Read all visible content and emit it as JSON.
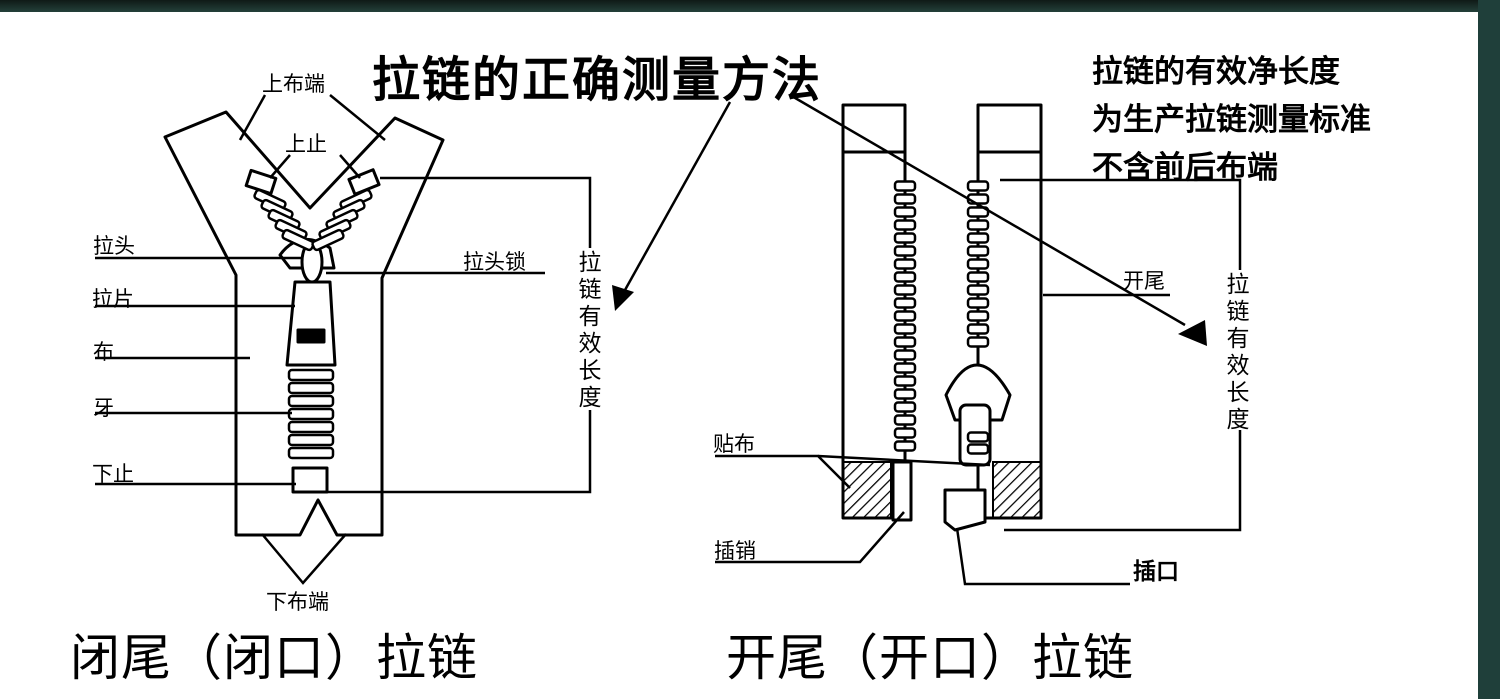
{
  "title": "拉链的正确测量方法",
  "notes": [
    "拉链的有效净长度",
    "为生产拉链测量标准",
    "不含前后布端"
  ],
  "closed": {
    "caption": "闭尾（闭口）拉链",
    "labels": {
      "top_fabric_end": "上布端",
      "top_stop": "上止",
      "slider": "拉头",
      "pull_tab": "拉片",
      "fabric": "布",
      "teeth": "牙",
      "bottom_stop": "下止",
      "bottom_fabric_end": "下布端",
      "slider_lock": "拉头锁",
      "effective_length": "拉链有效长度"
    }
  },
  "open": {
    "caption": "开尾（开口）拉链",
    "labels": {
      "open_end": "开尾",
      "patch": "贴布",
      "insert_pin": "插销",
      "retainer_box": "插口",
      "effective_length": "拉链有效长度"
    }
  }
}
